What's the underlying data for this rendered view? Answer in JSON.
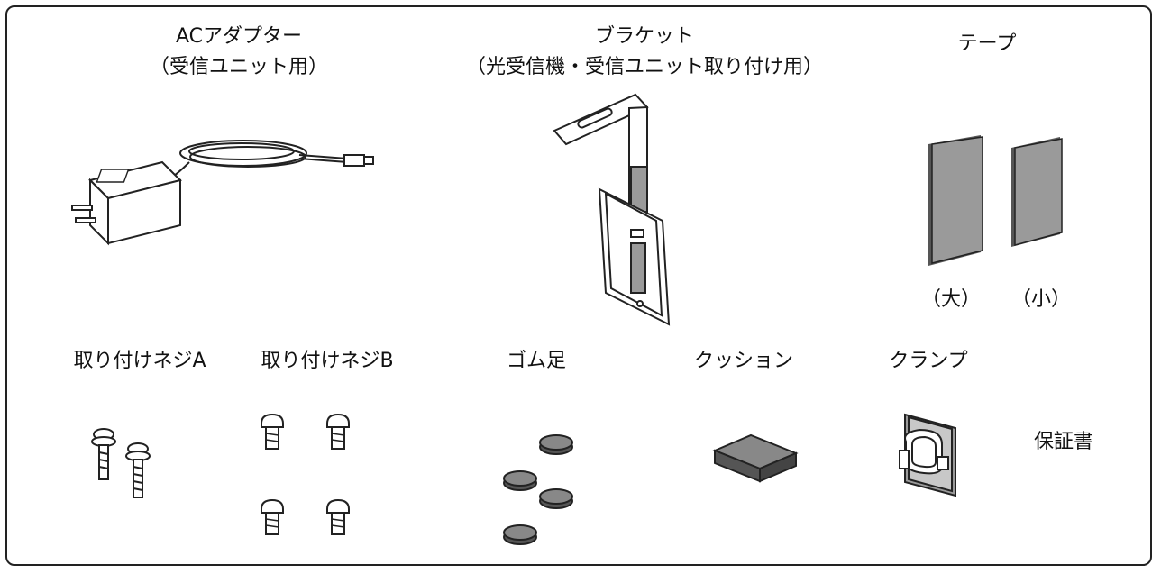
{
  "items": {
    "ac_adapter": {
      "name": "ACアダプター",
      "note": "（受信ユニット用）"
    },
    "bracket": {
      "name": "ブラケット",
      "note": "（光受信機・受信ユニット取り付け用）"
    },
    "tape": {
      "name": "テープ",
      "large": "（大）",
      "small": "（小）"
    },
    "screw_a": {
      "name": "取り付けネジA"
    },
    "screw_b": {
      "name": "取り付けネジB"
    },
    "rubber_feet": {
      "name": "ゴム足"
    },
    "cushion": {
      "name": "クッション"
    },
    "clamp": {
      "name": "クランプ"
    },
    "warranty": {
      "name": "保証書"
    }
  },
  "colors": {
    "outline": "#222222",
    "fill_gray": "#9a9a9a",
    "dark_gray": "#555555"
  }
}
